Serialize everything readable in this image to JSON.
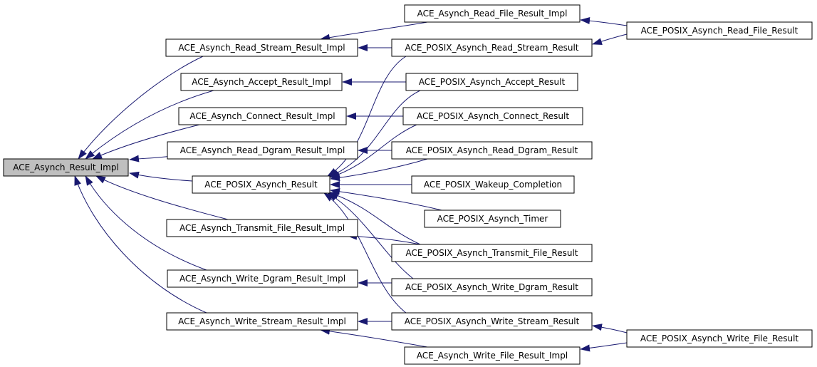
{
  "nodes": [
    {
      "id": "root",
      "label": "ACE_Asynch_Result_Impl",
      "highlight": true
    },
    {
      "id": "read_stream_impl",
      "label": "ACE_Asynch_Read_Stream_Result_Impl"
    },
    {
      "id": "accept_impl",
      "label": "ACE_Asynch_Accept_Result_Impl"
    },
    {
      "id": "connect_impl",
      "label": "ACE_Asynch_Connect_Result_Impl"
    },
    {
      "id": "read_dgram_impl",
      "label": "ACE_Asynch_Read_Dgram_Result_Impl"
    },
    {
      "id": "posix_result",
      "label": "ACE_POSIX_Asynch_Result"
    },
    {
      "id": "transmit_impl",
      "label": "ACE_Asynch_Transmit_File_Result_Impl"
    },
    {
      "id": "write_dgram_impl",
      "label": "ACE_Asynch_Write_Dgram_Result_Impl"
    },
    {
      "id": "write_stream_impl",
      "label": "ACE_Asynch_Write_Stream_Result_Impl"
    },
    {
      "id": "read_file_impl",
      "label": "ACE_Asynch_Read_File_Result_Impl"
    },
    {
      "id": "posix_read_stream",
      "label": "ACE_POSIX_Asynch_Read_Stream_Result"
    },
    {
      "id": "posix_accept",
      "label": "ACE_POSIX_Asynch_Accept_Result"
    },
    {
      "id": "posix_connect",
      "label": "ACE_POSIX_Asynch_Connect_Result"
    },
    {
      "id": "posix_read_dgram",
      "label": "ACE_POSIX_Asynch_Read_Dgram_Result"
    },
    {
      "id": "posix_wakeup",
      "label": "ACE_POSIX_Wakeup_Completion"
    },
    {
      "id": "posix_timer",
      "label": "ACE_POSIX_Asynch_Timer"
    },
    {
      "id": "posix_transmit",
      "label": "ACE_POSIX_Asynch_Transmit_File_Result"
    },
    {
      "id": "posix_write_dgram",
      "label": "ACE_POSIX_Asynch_Write_Dgram_Result"
    },
    {
      "id": "posix_write_stream",
      "label": "ACE_POSIX_Asynch_Write_Stream_Result"
    },
    {
      "id": "write_file_impl",
      "label": "ACE_Asynch_Write_File_Result_Impl"
    },
    {
      "id": "posix_read_file",
      "label": "ACE_POSIX_Asynch_Read_File_Result"
    },
    {
      "id": "posix_write_file",
      "label": "ACE_POSIX_Asynch_Write_File_Result"
    }
  ],
  "edges": [
    {
      "from": "read_stream_impl",
      "to": "root"
    },
    {
      "from": "accept_impl",
      "to": "root"
    },
    {
      "from": "connect_impl",
      "to": "root"
    },
    {
      "from": "read_dgram_impl",
      "to": "root"
    },
    {
      "from": "posix_result",
      "to": "root"
    },
    {
      "from": "transmit_impl",
      "to": "root"
    },
    {
      "from": "write_dgram_impl",
      "to": "root"
    },
    {
      "from": "write_stream_impl",
      "to": "root"
    },
    {
      "from": "read_file_impl",
      "to": "read_stream_impl"
    },
    {
      "from": "posix_read_stream",
      "to": "read_stream_impl"
    },
    {
      "from": "posix_accept",
      "to": "accept_impl"
    },
    {
      "from": "posix_connect",
      "to": "connect_impl"
    },
    {
      "from": "posix_read_dgram",
      "to": "read_dgram_impl"
    },
    {
      "from": "posix_read_stream",
      "to": "posix_result"
    },
    {
      "from": "posix_accept",
      "to": "posix_result"
    },
    {
      "from": "posix_connect",
      "to": "posix_result"
    },
    {
      "from": "posix_read_dgram",
      "to": "posix_result"
    },
    {
      "from": "posix_wakeup",
      "to": "posix_result"
    },
    {
      "from": "posix_timer",
      "to": "posix_result"
    },
    {
      "from": "posix_transmit",
      "to": "posix_result"
    },
    {
      "from": "posix_write_dgram",
      "to": "posix_result"
    },
    {
      "from": "posix_write_stream",
      "to": "posix_result"
    },
    {
      "from": "posix_transmit",
      "to": "transmit_impl"
    },
    {
      "from": "posix_write_dgram",
      "to": "write_dgram_impl"
    },
    {
      "from": "posix_write_stream",
      "to": "write_stream_impl"
    },
    {
      "from": "write_file_impl",
      "to": "write_stream_impl"
    },
    {
      "from": "posix_read_file",
      "to": "read_file_impl"
    },
    {
      "from": "posix_read_file",
      "to": "posix_read_stream"
    },
    {
      "from": "posix_write_file",
      "to": "posix_write_stream"
    },
    {
      "from": "posix_write_file",
      "to": "write_file_impl"
    }
  ],
  "colors": {
    "edge": "#191970",
    "highlight_fill": "#bfbfbf",
    "node_fill": "#ffffff",
    "node_border": "#000000"
  }
}
